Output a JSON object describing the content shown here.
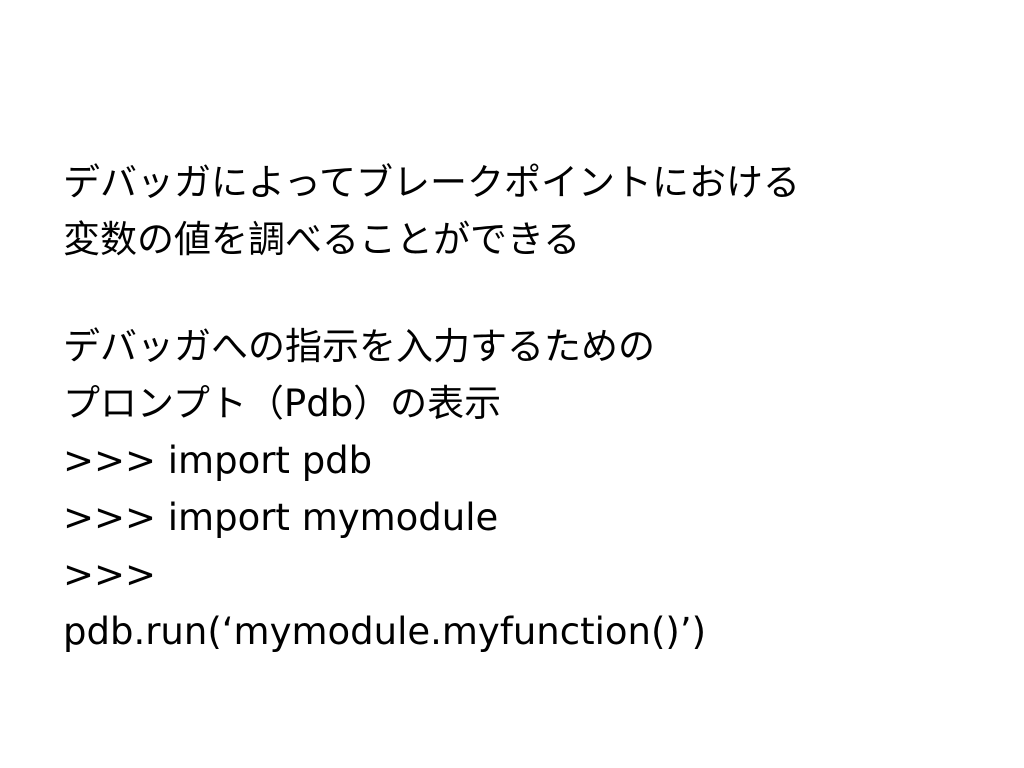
{
  "slide": {
    "paragraph1": {
      "line1": "デバッガによってブレークポイントにおける",
      "line2": "変数の値を調べることができる"
    },
    "paragraph2": {
      "line1": "デバッガへの指示を入力するための",
      "line2": "プロンプト（Pdb）の表示"
    },
    "code": [
      ">>> import pdb",
      ">>> import mymodule",
      ">>>",
      "pdb.run(‘mymodule.myfunction()’)"
    ]
  }
}
